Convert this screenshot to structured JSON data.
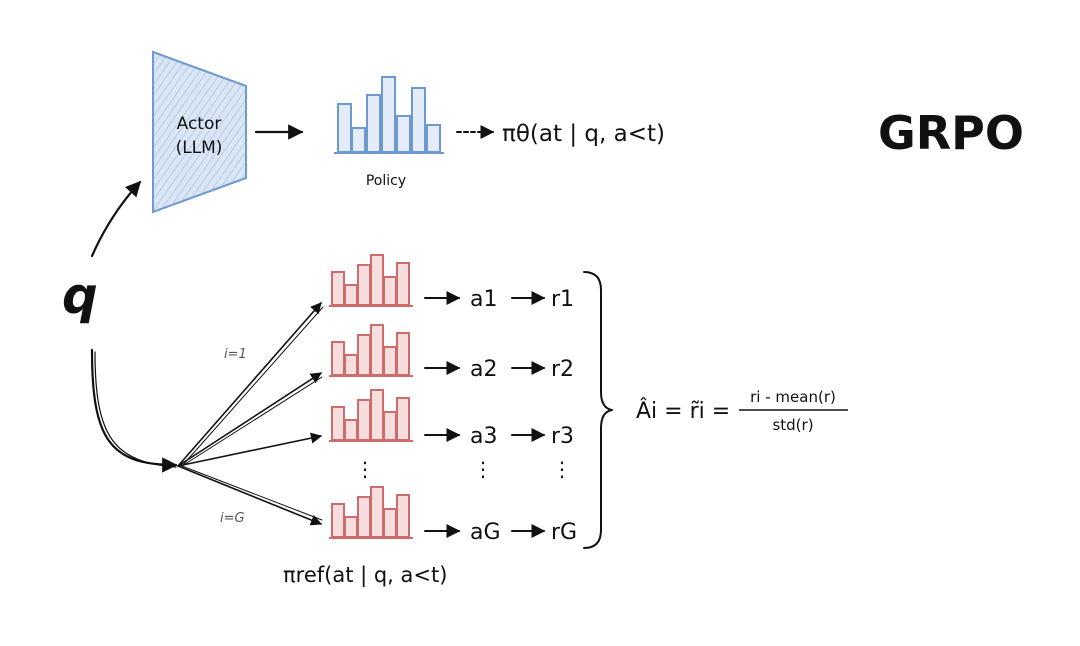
{
  "title": "GRPO",
  "actor": {
    "line1": "Actor",
    "line2": "(LLM)"
  },
  "policy": {
    "caption": "Policy",
    "formula": "πθ(at | q, a<t)"
  },
  "query": "q",
  "reference": {
    "formula": "πref(at | q, a<t)"
  },
  "sample_labels": {
    "first": "i=1",
    "last": "i=G"
  },
  "rows": [
    {
      "action": "a1",
      "reward": "r1"
    },
    {
      "action": "a2",
      "reward": "r2"
    },
    {
      "action": "a3",
      "reward": "r3"
    },
    {
      "action": "aG",
      "reward": "rG"
    }
  ],
  "ellipsis": "⋮",
  "advantage": {
    "lhs": "Âi = r̃i =",
    "numerator": "ri - mean(r)",
    "denominator": "std(r)"
  },
  "colors": {
    "actor_fill": "#dbe6f5",
    "actor_stroke": "#6e99cf",
    "reference_stroke": "#cf6b6b",
    "ink": "#111111"
  }
}
